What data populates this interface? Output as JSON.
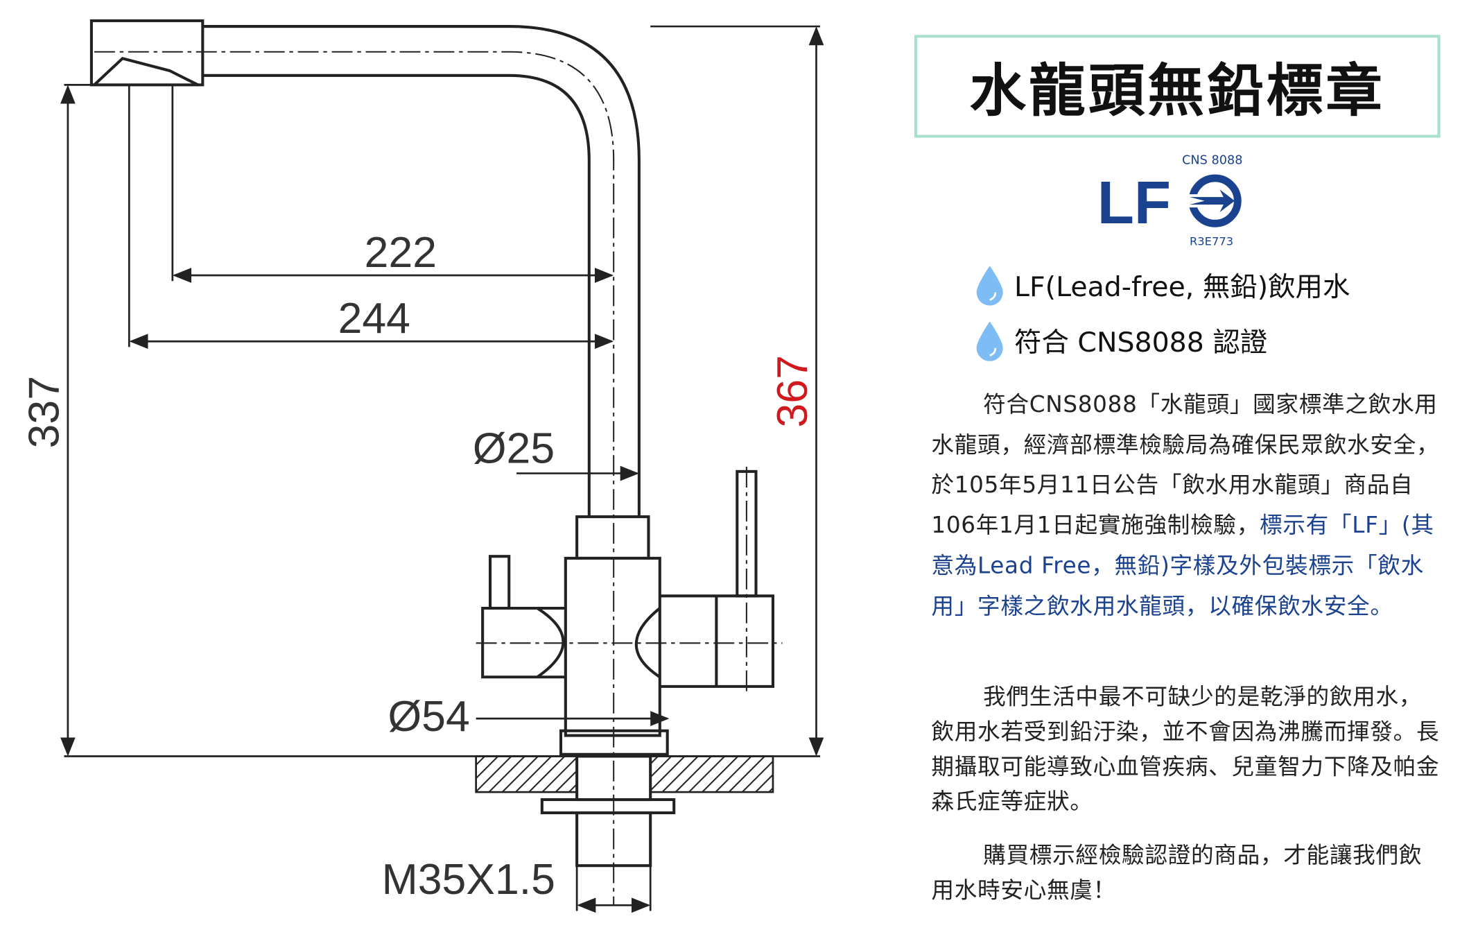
{
  "drawing": {
    "dim_337": "337",
    "dim_367": "367",
    "dim_222": "222",
    "dim_244": "244",
    "dim_d25": "Ø25",
    "dim_d54": "Ø54",
    "dim_thread": "M35X1.5",
    "colors": {
      "line": "#222222",
      "highlight_dim": "#d0191f"
    }
  },
  "title": "水龍頭無鉛標章",
  "logo": {
    "mark": "LF",
    "standard": "CNS 8088",
    "code": "R3E773",
    "color": "#1a428f"
  },
  "bullets": [
    {
      "icon": "water-drop-icon",
      "text": "LF(Lead-free, 無鉛)飲用水"
    },
    {
      "icon": "water-drop-icon",
      "text": "符合 CNS8088 認證"
    }
  ],
  "paragraphs": {
    "p1_plain": "符合CNS8088「水龍頭」國家標準之飲水用水龍頭，經濟部標準檢驗局為確保民眾飲水安全，於105年5月11日公告「飲水用水龍頭」商品自106年1月1日起實施強制檢驗，",
    "p1_highlight": "標示有「LF」(其意為Lead Free，無鉛)字樣及外包裝標示「飲水用」字樣之飲水用水龍頭，以確保飲水安全。",
    "p2": "我們生活中最不可缺少的是乾淨的飲用水，飲用水若受到鉛汙染，並不會因為沸騰而揮發。長期攝取可能導致心血管疾病、兒童智力下降及帕金森氏症等症狀。",
    "p3": "購買標示經檢驗認證的商品，才能讓我們飲用水時安心無虞！"
  }
}
